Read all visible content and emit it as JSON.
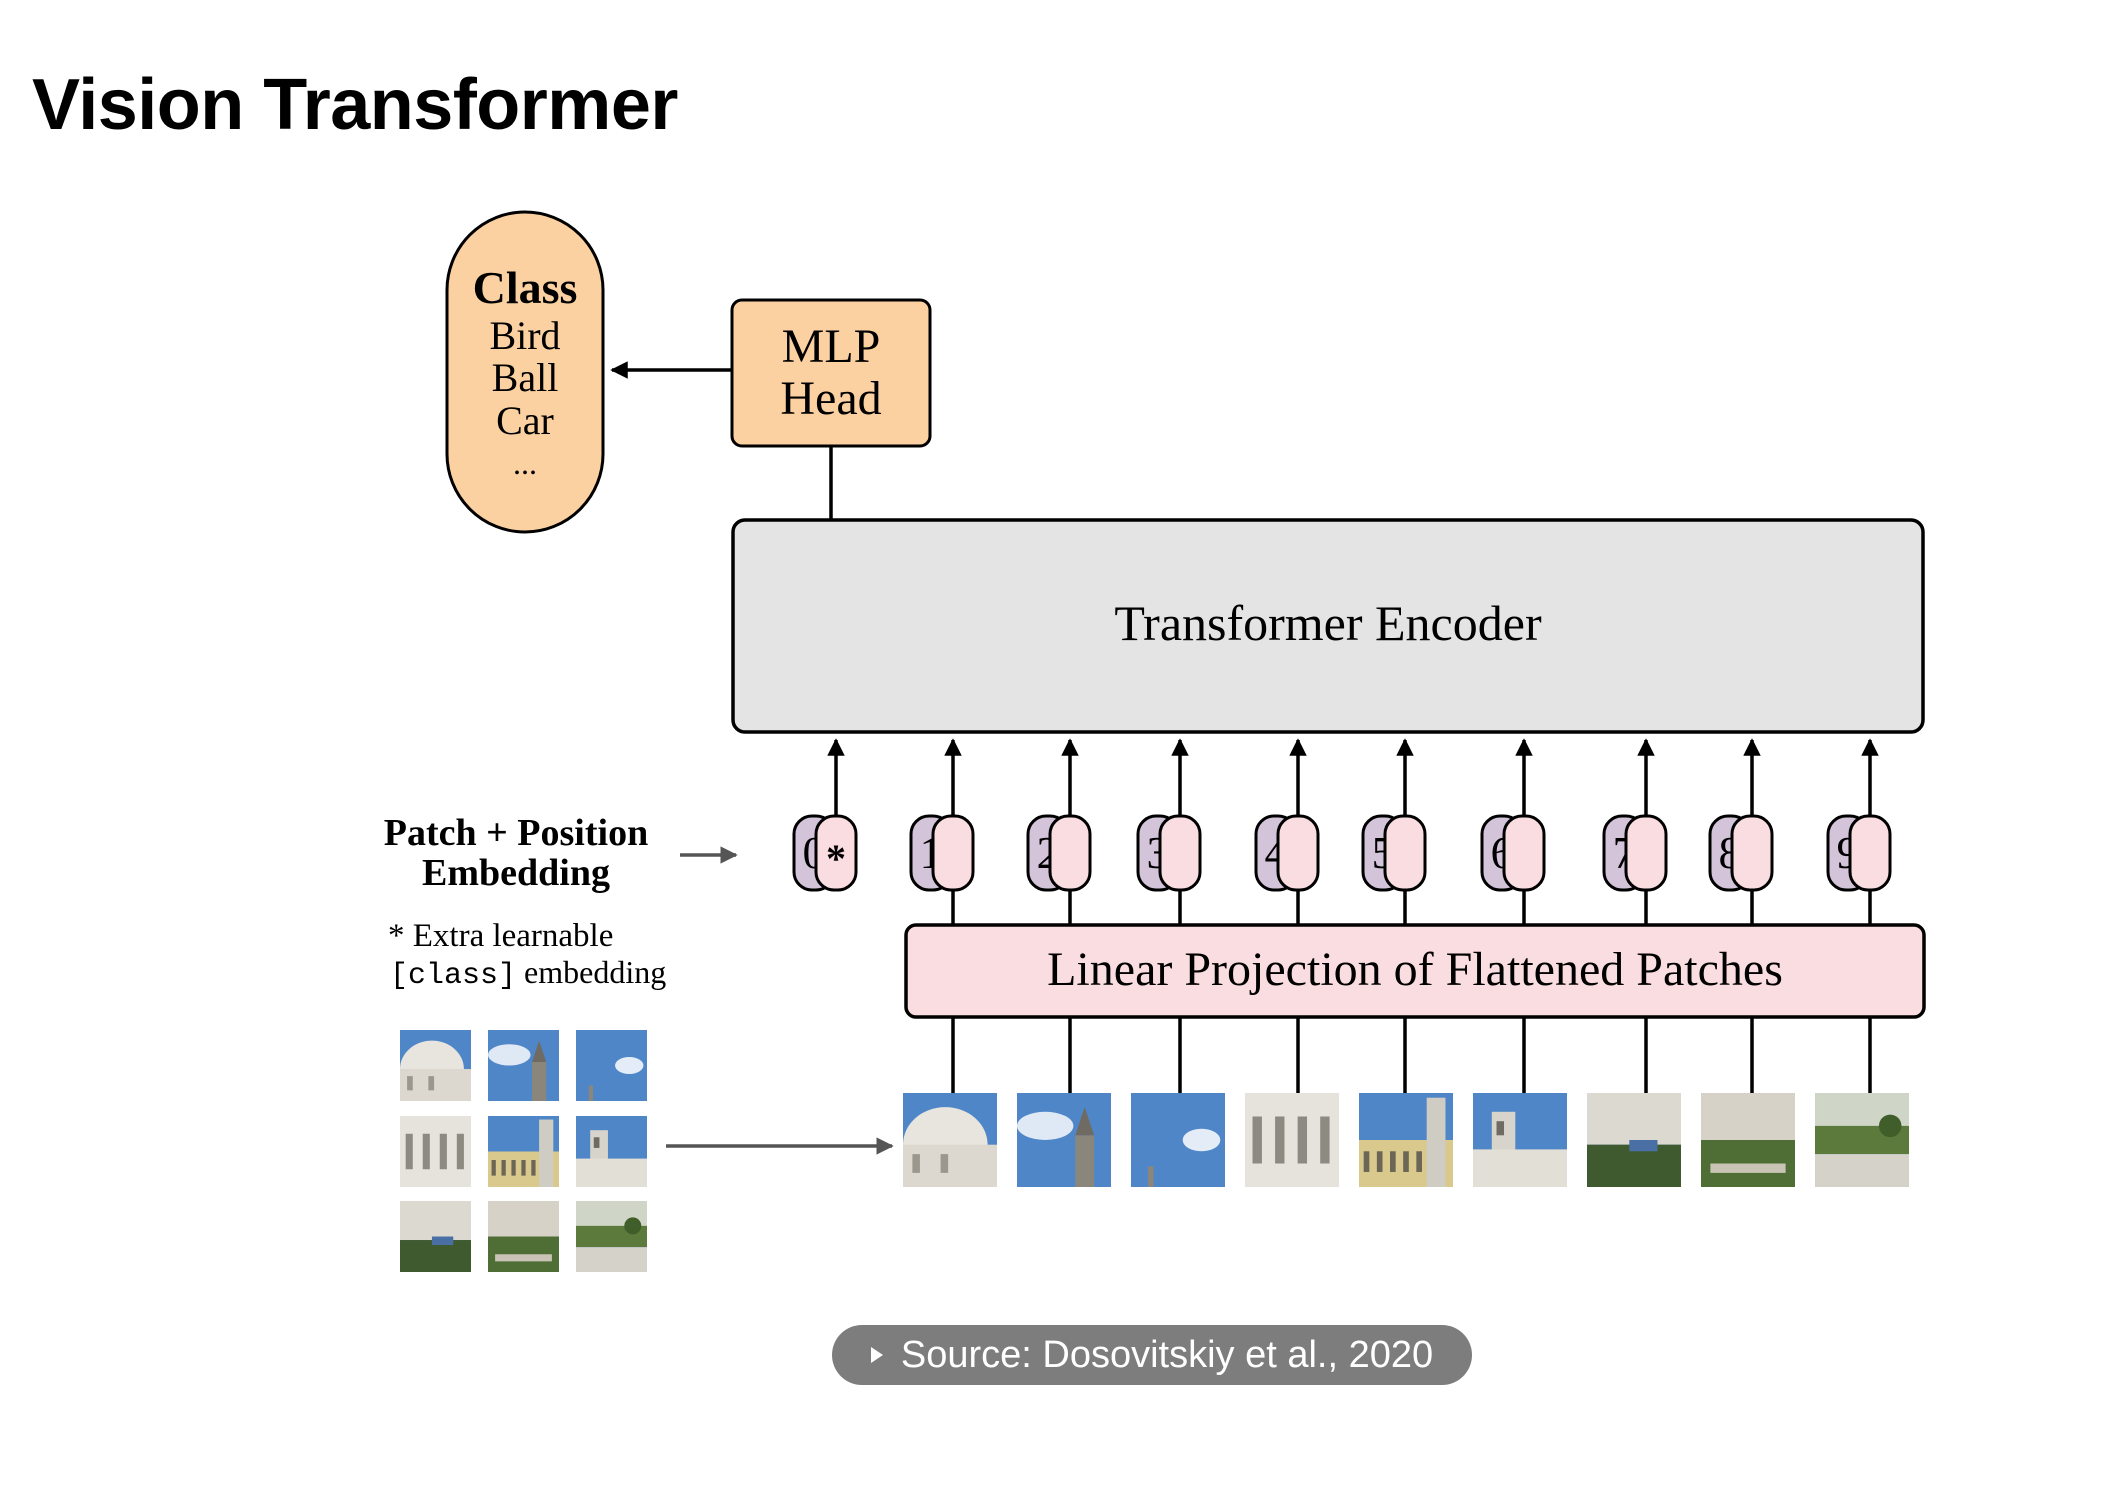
{
  "slide": {
    "title": "Vision Transformer"
  },
  "diagram": {
    "class_box": {
      "heading": "Class",
      "items": [
        "Bird",
        "Ball",
        "Car",
        "..."
      ]
    },
    "mlp_head": {
      "line1": "MLP",
      "line2": "Head"
    },
    "encoder": {
      "label": "Transformer Encoder"
    },
    "projection": {
      "label": "Linear Projection of Flattened Patches"
    },
    "embedding_label": {
      "line1": "Patch + Position",
      "line2": "Embedding"
    },
    "note": {
      "star_line": "* Extra learnable",
      "code": "[class]",
      "suffix": " embedding"
    },
    "tokens": [
      "0",
      "1",
      "2",
      "3",
      "4",
      "5",
      "6",
      "7",
      "8",
      "9"
    ],
    "cls_marker": "*",
    "colors": {
      "orange": "#fbd1a2",
      "encoder_gray": "#e4e4e4",
      "projection_pink": "#fadde1",
      "token_purple": "#d4c4da",
      "token_pink": "#fadde1",
      "sky_blue": "#4f86c8",
      "building": "#d9d6cc"
    },
    "patch_icons": [
      "building-patch-icon",
      "sky-tower-patch-icon",
      "sky-patch-icon",
      "facade-patch-icon",
      "yellow-facade-patch-icon",
      "tower-sky-patch-icon",
      "street-patch-icon",
      "garden-patch-icon",
      "plaza-patch-icon"
    ]
  },
  "footer": {
    "source": "Source: Dosovitskiy et al., 2020"
  }
}
